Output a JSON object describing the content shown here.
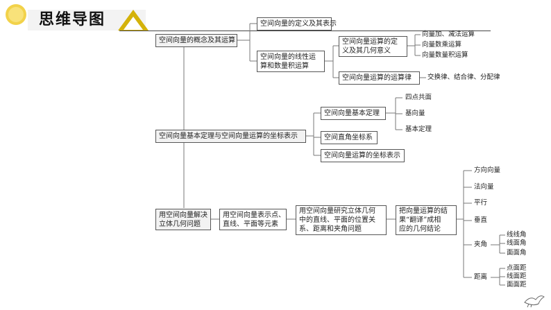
{
  "header": {
    "title": "思维导图"
  },
  "branches": {
    "b1": {
      "label": "空间向量的概念及其运算",
      "c1": "空间向量的定义及其表示",
      "c2": [
        "空间向量的线性运",
        "算和数量积运算"
      ],
      "c2_1": [
        "空间向量运算的定",
        "义及其几何意义"
      ],
      "c2_1_leaves": [
        "向量加、减法运算",
        "向量数乘运算",
        "向量数量积运算"
      ],
      "c2_2": "空间向量运算的运算律",
      "c2_2_leaf": "交换律、结合律、分配律"
    },
    "b2": {
      "label": "空间向量基本定理与空间向量运算的坐标表示",
      "c1": "空间向量基本定理",
      "c1_leaves": [
        "四点共面",
        "基向量",
        "基本定理"
      ],
      "c2": "空间直角坐标系",
      "c3": "空间向量运算的坐标表示"
    },
    "b3": {
      "label": [
        "用空间向量解决",
        "立体几何问题"
      ],
      "s1": [
        "用空间向量表示点、",
        "直线、平面等元素"
      ],
      "s2": [
        "用空间向量研究立体几何",
        "中的直线、平面的位置关",
        "系、距离和夹角问题"
      ],
      "s3": [
        "把向量运算的结",
        "果“翻译”成相",
        "应的几何结论"
      ],
      "leaves": [
        "方向向量",
        "法向量",
        "平行",
        "垂直",
        "夹角",
        "距离"
      ],
      "angle_leaves": [
        "线线角",
        "线面角",
        "面面角"
      ],
      "distance_leaves": [
        "点面距",
        "线面距",
        "面面距"
      ]
    }
  },
  "colors": {
    "accent": "#d4b20a",
    "line": "#777777",
    "box_border": "#555555"
  }
}
